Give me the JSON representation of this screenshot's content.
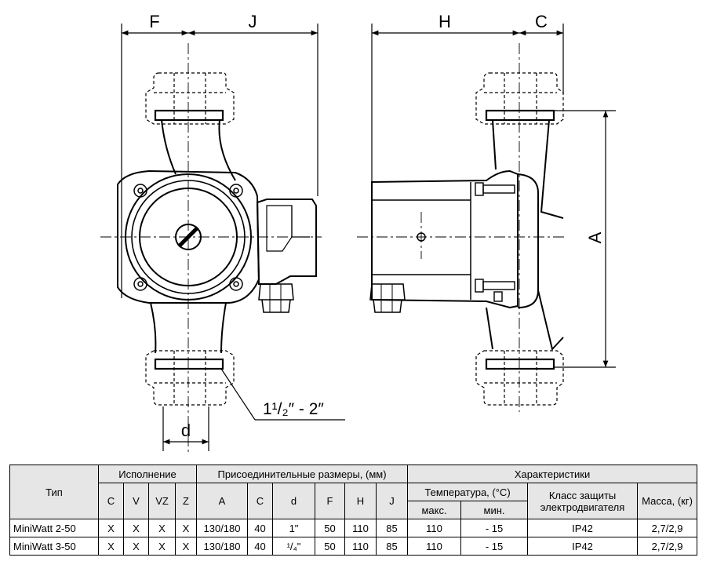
{
  "drawing": {
    "labels": {
      "f": "F",
      "j": "J",
      "h": "H",
      "c": "C",
      "a": "A",
      "d": "d",
      "thread": "1¹/₂″ - 2″"
    }
  },
  "table": {
    "col_type": "Тип",
    "group_variant": "Исполнение",
    "group_connection": "Присоединительные размеры, (мм)",
    "group_characteristics": "Характеристики",
    "variants": [
      "C",
      "V",
      "VZ",
      "Z"
    ],
    "dims": [
      "A",
      "C",
      "d",
      "F",
      "H",
      "J"
    ],
    "temperature": "Температура, (°C)",
    "temp_max": "макс.",
    "temp_min": "мин.",
    "protection_class": "Класс защиты электродвигателя",
    "mass": "Масса, (кг)",
    "rows": [
      {
        "type": "MiniWatt 2-50",
        "variants": [
          "X",
          "X",
          "X",
          "X"
        ],
        "a": "130/180",
        "c": "40",
        "d": "1\"",
        "f": "50",
        "h": "110",
        "j": "85",
        "tmax": "110",
        "tmin": "- 15",
        "ip": "IP42",
        "mass": "2,7/2,9"
      },
      {
        "type": "MiniWatt 3-50",
        "variants": [
          "X",
          "X",
          "X",
          "X"
        ],
        "a": "130/180",
        "c": "40",
        "d": "¹/₄\"",
        "f": "50",
        "h": "110",
        "j": "85",
        "tmax": "110",
        "tmin": "- 15",
        "ip": "IP42",
        "mass": "2,7/2,9"
      }
    ]
  }
}
